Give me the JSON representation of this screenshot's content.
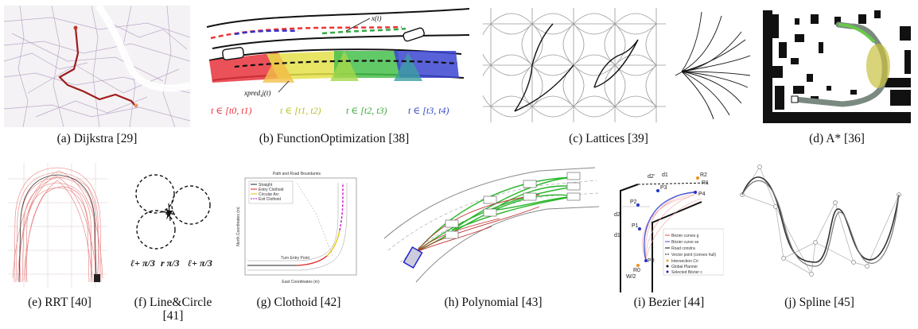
{
  "figure": {
    "captions": {
      "dijkstra": "(a) Dijkstra [29]",
      "function_optimization": "(b) FunctionOptimization [38]",
      "lattices": "(c) Lattices [39]",
      "astar": "(d) A* [36]",
      "rrt": "(e) RRT [40]",
      "line_circle_line1": "(f) Line&Circle",
      "line_circle_line2": "[41]",
      "clothoid": "(g) Clothoid [42]",
      "polynomial": "(h) Polynomial [43]",
      "bezier": "(i) Bezier [44]",
      "spline": "(j) Spline [45]"
    },
    "function_optimization": {
      "x_label": "x(t)",
      "xpred_label": "xpred,j(t)",
      "intervals": [
        {
          "text": "t ∈ [t0, t1)",
          "color": "#e8323c"
        },
        {
          "text": "t ∈ [t1, t2)",
          "color": "#c6cf3a"
        },
        {
          "text": "t ∈ [t2, t3)",
          "color": "#3da33d"
        },
        {
          "text": "t ∈ [t3, t4)",
          "color": "#3246c8"
        }
      ]
    },
    "line_circle": {
      "labels": [
        "ℓ+ π/3",
        "r π/3",
        "ℓ+ π/3"
      ]
    },
    "clothoid": {
      "title": "Path and Road Boundaries",
      "legend": [
        "Straight",
        "Entry Clothoid",
        "Circular Arc",
        "Exit Clothoid"
      ],
      "xlabel": "East Coordinates (m)",
      "ylabel": "North Coordinates (m)",
      "annotation": "Turn Entry Point"
    },
    "bezier": {
      "point_labels": [
        "R2",
        "R0",
        "R1",
        "P0",
        "P1",
        "P2",
        "P3",
        "P4",
        "W/2",
        "d1",
        "d2",
        "d1'",
        "d2'"
      ],
      "legend": [
        "Bézier curves g",
        "Bézier curve se",
        "Road constra",
        "Vector point (convex hull)",
        "Intersection Cri",
        "Global Planner",
        "Selected Bézier c"
      ]
    }
  }
}
